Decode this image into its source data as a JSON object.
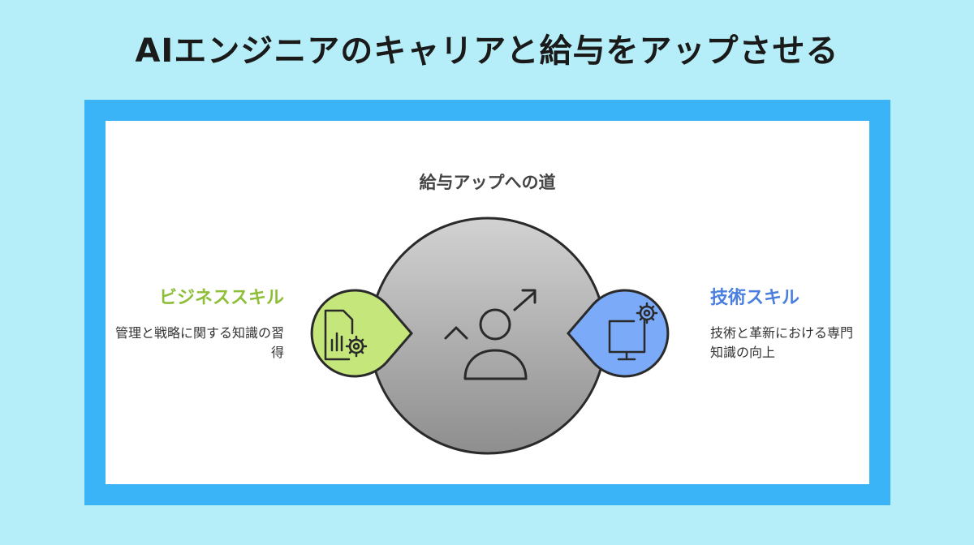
{
  "title": "AIエンジニアのキャリアと給与をアップさせる",
  "diagram": {
    "subtitle": "給与アップへの道",
    "left": {
      "title": "ビジネススキル",
      "description": "管理と戦略に関する知識の習得",
      "color": "#c5e67a",
      "title_color": "#8fbf3a",
      "icon": "chart-gear-icon"
    },
    "right": {
      "title": "技術スキル",
      "description": "技術と革新における専門知識の向上",
      "color": "#7aaaf8",
      "title_color": "#4a7fe0",
      "icon": "monitor-gear-icon"
    },
    "center": {
      "icon": "person-growth-icon",
      "gradient_top": "#d2d2d2",
      "gradient_bottom": "#8e8e8e"
    }
  },
  "colors": {
    "background": "#b5eef8",
    "frame": "#3ab4f6",
    "panel": "#ffffff"
  }
}
